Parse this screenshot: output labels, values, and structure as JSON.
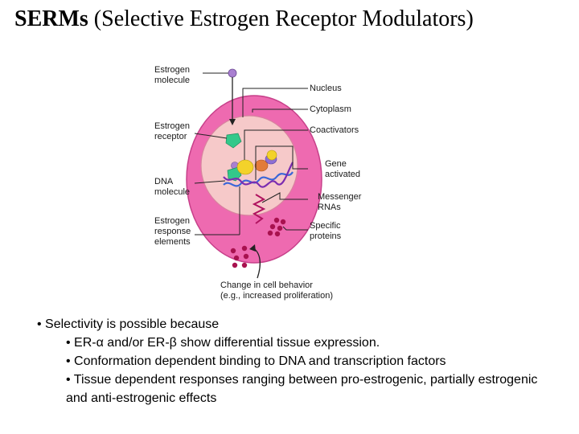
{
  "title": {
    "bold": "SERMs",
    "rest": " (Selective Estrogen Receptor Modulators)"
  },
  "diagram": {
    "labels": {
      "estrogen_molecule": [
        "Estrogen",
        "molecule"
      ],
      "estrogen_receptor": [
        "Estrogen",
        "receptor"
      ],
      "dna_molecule": [
        "DNA",
        "molecule"
      ],
      "ere": [
        "Estrogen",
        "response",
        "elements"
      ],
      "nucleus": "Nucleus",
      "cytoplasm": "Cytoplasm",
      "coactivators": "Coactivators",
      "gene_activated": [
        "Gene",
        "activated"
      ],
      "messenger_rnas": [
        "Messenger",
        "RNAs"
      ],
      "specific_proteins": [
        "Specific",
        "proteins"
      ],
      "cell_behavior": [
        "Change in cell behavior",
        "(e.g., increased proliferation)"
      ]
    },
    "colors": {
      "cell": "#ee6ab0",
      "cell_outline": "#c7408a",
      "nucleus": "#f6c9c9",
      "estrogen": "#a97fd1",
      "receptor": "#33c88a",
      "coactivator_yellow": "#f3d22a",
      "coactivator_orange": "#e27b3a",
      "coactivator_purple": "#8e6fd4",
      "dna_blue": "#3a66d8",
      "dna_purple": "#7b2cb0",
      "rna": "#b0135f",
      "protein": "#a8124f"
    }
  },
  "bullets": {
    "main": "• Selectivity is possible because",
    "sub1_a": "• ER-",
    "sub1_alpha": "α",
    "sub1_b": " and/or ER-",
    "sub1_beta": "β",
    "sub1_c": " show differential tissue expression.",
    "sub2": "• Conformation dependent binding to DNA and transcription factors",
    "sub3": "• Tissue dependent responses ranging between pro-estrogenic, partially estrogenic and anti-estrogenic effects"
  }
}
